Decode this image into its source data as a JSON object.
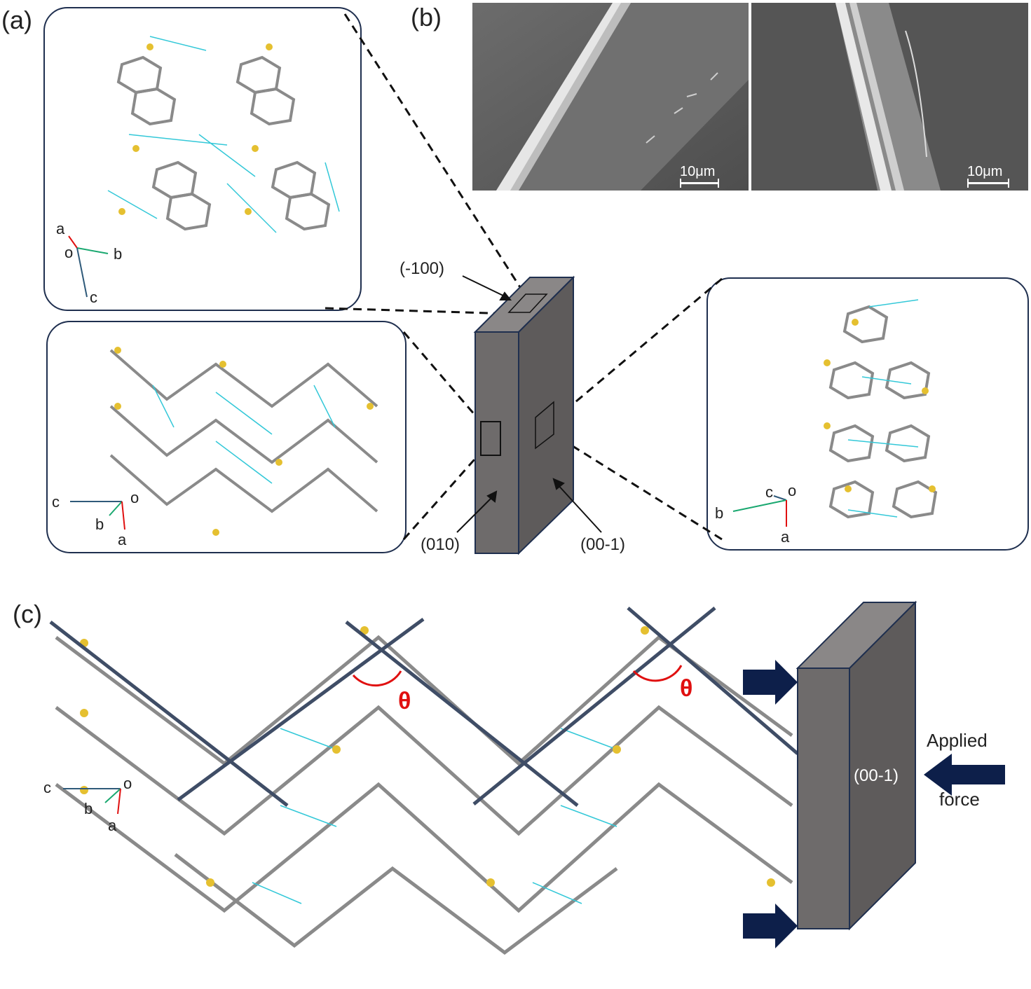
{
  "panels": {
    "a": "(a)",
    "b": "(b)",
    "c": "(c)"
  },
  "sem": {
    "scale_left": "10μm",
    "scale_right": "10μm"
  },
  "crystal": {
    "faces": {
      "top": "(-100)",
      "left": "(010)",
      "right": "(00-1)"
    }
  },
  "inset_a_top": {
    "axes": {
      "a": "a",
      "o": "o",
      "b": "b",
      "c": "c"
    }
  },
  "inset_a_bottom": {
    "axes": {
      "c": "c",
      "o": "o",
      "b": "b",
      "a": "a"
    }
  },
  "inset_right": {
    "axes": {
      "c": "c",
      "o": "o",
      "b": "b",
      "a": "a"
    }
  },
  "panel_c": {
    "angle_symbol": "θ",
    "crystal_face": "(00-1)",
    "force_label_1": "Applied",
    "force_label_2": "force",
    "axes": {
      "c": "c",
      "o": "o",
      "b": "b",
      "a": "a"
    }
  },
  "colors": {
    "border": "#1f2f4f",
    "crystal_front": "#6e6b6b",
    "crystal_side": "#5e5b5b",
    "crystal_top": "#8a8787",
    "arrow": "#0d1f4a",
    "angle": "#e01010",
    "axis_a": "#e01010",
    "axis_b": "#1aa870",
    "axis_c": "#2f5a7a"
  }
}
